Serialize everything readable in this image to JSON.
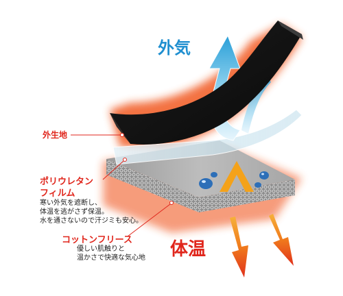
{
  "labels": {
    "outside_air": "外気",
    "body_heat": "体温",
    "outer_fabric": "外生地",
    "polyurethane_film_line1": "ポリウレタン",
    "polyurethane_film_line2": "フィルム",
    "film_desc": [
      "寒い外気を遮断し、",
      "体温を逃がさず保温。",
      "水を通さないので汗ジミも安心。"
    ],
    "cotton_fleece": "コットンフリース",
    "fleece_desc": [
      "優しい肌触りと",
      "温かさで快適な気心地"
    ]
  },
  "colors": {
    "cold_blue": "#3aa8dc",
    "outside_air_text": "#1f8fd0",
    "warm_red": "#e0261c",
    "warm_orange": "#f08a17",
    "fabric_black": "#141414",
    "fleece_gray": "#b8b8b8",
    "film_translucent": "#cfe7f2"
  }
}
